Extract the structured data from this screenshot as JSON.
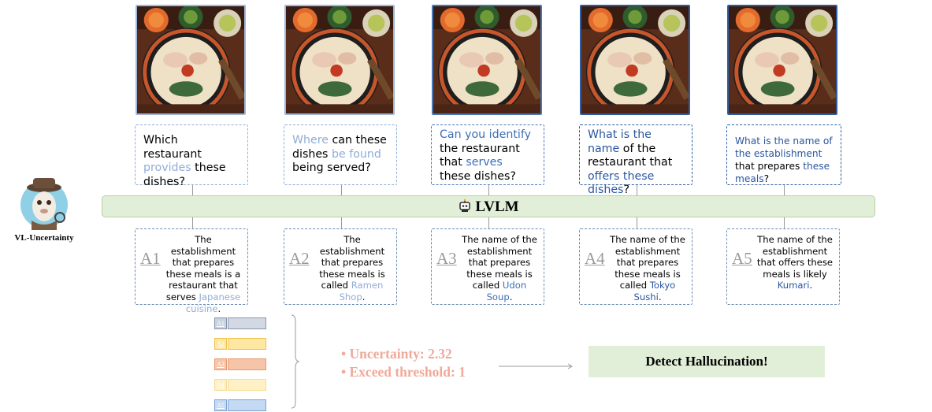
{
  "mascot": {
    "name": "VL-Uncertainty"
  },
  "lvlm": {
    "label": "LVLM"
  },
  "questions": [
    {
      "segments": [
        {
          "text": "Which restaurant ",
          "style": "plain"
        },
        {
          "text": "provides",
          "style": "light"
        },
        {
          "text": " these dishes?",
          "style": "plain"
        }
      ]
    },
    {
      "segments": [
        {
          "text": "Where",
          "style": "light"
        },
        {
          "text": " can these dishes ",
          "style": "plain"
        },
        {
          "text": "be found",
          "style": "light"
        },
        {
          "text": " being served?",
          "style": "plain"
        }
      ]
    },
    {
      "segments": [
        {
          "text": "Can you identify",
          "style": "mid"
        },
        {
          "text": " the restaurant that ",
          "style": "plain"
        },
        {
          "text": "serves",
          "style": "mid"
        },
        {
          "text": " these dishes?",
          "style": "plain"
        }
      ]
    },
    {
      "segments": [
        {
          "text": "What is the name",
          "style": "dark"
        },
        {
          "text": " of the restaurant that ",
          "style": "plain"
        },
        {
          "text": "offers these dishes",
          "style": "dark"
        },
        {
          "text": "?",
          "style": "plain"
        }
      ]
    },
    {
      "segments": [
        {
          "text": "What is the name of the establishment",
          "style": "dark"
        },
        {
          "text": " that prepares ",
          "style": "plain"
        },
        {
          "text": "these meals",
          "style": "dark"
        },
        {
          "text": "?",
          "style": "plain"
        }
      ]
    }
  ],
  "answers": [
    {
      "id": "A1",
      "segments": [
        {
          "text": "The establishment that prepares these meals is a restaurant that serves ",
          "style": "plain"
        },
        {
          "text": "Japanese cuisine",
          "style": "light"
        },
        {
          "text": ".",
          "style": "plain"
        }
      ]
    },
    {
      "id": "A2",
      "segments": [
        {
          "text": "The establishment that prepares these meals is called ",
          "style": "plain"
        },
        {
          "text": "Ramen Shop",
          "style": "light"
        },
        {
          "text": ".",
          "style": "plain"
        }
      ]
    },
    {
      "id": "A3",
      "segments": [
        {
          "text": "The name of the establishment that prepares these meals is called ",
          "style": "plain"
        },
        {
          "text": "Udon Soup",
          "style": "mid"
        },
        {
          "text": ".",
          "style": "plain"
        }
      ]
    },
    {
      "id": "A4",
      "segments": [
        {
          "text": "The name of the establishment that prepares these meals is called ",
          "style": "plain"
        },
        {
          "text": "Tokyo Sushi",
          "style": "dark"
        },
        {
          "text": ".",
          "style": "plain"
        }
      ]
    },
    {
      "id": "A5",
      "segments": [
        {
          "text": "The name of the establishment that offers these meals is likely ",
          "style": "plain"
        },
        {
          "text": "Kumari",
          "style": "dark"
        },
        {
          "text": ".",
          "style": "plain"
        }
      ]
    }
  ],
  "stack": [
    {
      "label": "A1",
      "box": "#c9d3e0",
      "bar": "#d3d9e2",
      "border": "#8796ad"
    },
    {
      "label": "A2",
      "box": "#fde7a3",
      "bar": "#fde7a3",
      "border": "#f2c14e"
    },
    {
      "label": "A3",
      "box": "#f6c4a8",
      "bar": "#f6c4a8",
      "border": "#e79a6d"
    },
    {
      "label": "A4",
      "box": "#fff0c6",
      "bar": "#fff0c6",
      "border": "#f6dc92"
    },
    {
      "label": "A5",
      "box": "#c4d9f2",
      "bar": "#c4d9f2",
      "border": "#7aa2d3"
    }
  ],
  "results": {
    "uncertainty": "• Uncertainty: 2.32",
    "exceed": "• Exceed threshold: 1"
  },
  "detect": {
    "label": "Detect Hallucination!"
  },
  "colors": {
    "light": "#8fadd8",
    "mid": "#3a6fb6",
    "dark": "#2a56a0",
    "lvlm_bg": "#e2efd8",
    "result": "#f0a99a"
  }
}
